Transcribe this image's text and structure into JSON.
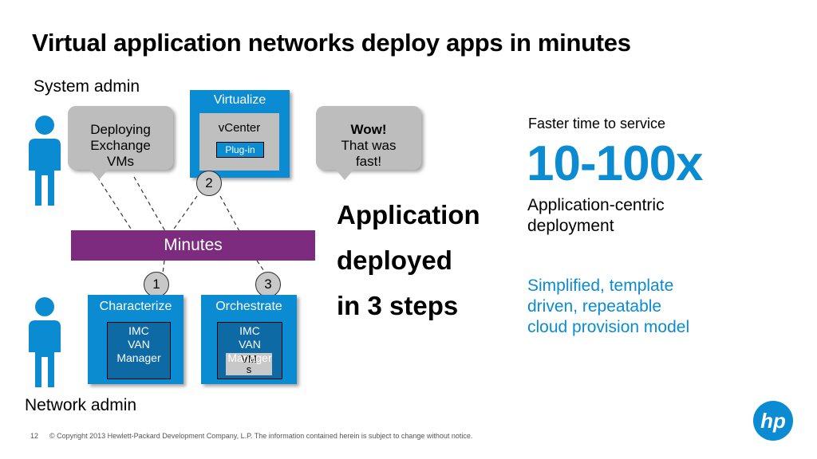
{
  "title": "Virtual application networks deploy apps in minutes",
  "roles": {
    "system_admin": "System admin",
    "network_admin": "Network admin"
  },
  "bubble_left": {
    "lines": [
      "Deploying",
      "Exchange",
      "VMs"
    ]
  },
  "bubble_right": {
    "line1": "Wow!",
    "line2": "That was",
    "line3": "fast!"
  },
  "virtualize": {
    "label": "Virtualize",
    "inner": "vCenter",
    "plugin": "Plug-in"
  },
  "minutes_bar": "Minutes",
  "steps": [
    "1",
    "2",
    "3"
  ],
  "characterize": {
    "label": "Characterize",
    "inner": [
      "IMC",
      "VAN",
      "Manager"
    ]
  },
  "orchestrate": {
    "label": "Orchestrate",
    "inner": [
      "IMC",
      "VAN",
      "Manager"
    ],
    "overlay": [
      "VM",
      "s"
    ]
  },
  "headline": [
    "Application",
    "deployed",
    "in 3 steps"
  ],
  "metric": {
    "caption": "Faster time to service",
    "value": "10-100x",
    "sub": [
      "Application-centric",
      "deployment"
    ]
  },
  "benefit": [
    "Simplified, template",
    "driven, repeatable",
    "cloud provision model"
  ],
  "footer": {
    "page": "12",
    "copyright": "© Copyright 2013 Hewlett-Packard Development Company, L.P.  The information contained herein is subject to change without notice."
  },
  "logo": "hp",
  "colors": {
    "accent_blue": "#0b8bd1",
    "bar_purple": "#7c2b7e",
    "bubble_grey": "#bdbdbd"
  },
  "icons": [
    "person-icon",
    "hp-logo-icon"
  ]
}
